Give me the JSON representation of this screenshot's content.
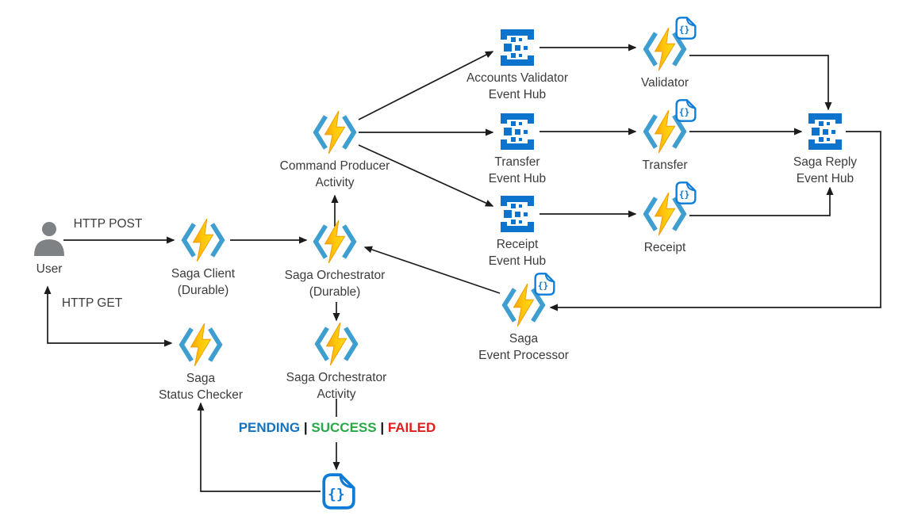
{
  "diagram": {
    "kind": "azure-saga-orchestration-architecture"
  },
  "colors": {
    "function_bracket_blue": "#3E9ECF",
    "bolt_yellow": "#FFC50A",
    "bolt_orange": "#F8A30B",
    "event_hub_blue": "#0D74CE",
    "json_doc_blue": "#0D7CD8",
    "user_gray": "#7F8284",
    "arrow_black": "#1C1C1C",
    "label_gray": "#3C3C3C",
    "status_pending": "#1573BD",
    "status_success": "#28A846",
    "status_failed": "#E01E1B"
  },
  "edge_labels": {
    "http_post": "HTTP POST",
    "http_get": "HTTP GET"
  },
  "status": {
    "pending": "PENDING",
    "separator": "|",
    "success": "SUCCESS",
    "failed": "FAILED"
  },
  "nodes": {
    "user": {
      "label": "User",
      "type": "user",
      "icon": "user-icon"
    },
    "saga_client": {
      "label": "Saga Client\n(Durable)",
      "type": "function",
      "icon": "azure-function-icon"
    },
    "saga_orchestrator": {
      "label": "Saga Orchestrator\n(Durable)",
      "type": "function",
      "icon": "azure-function-icon"
    },
    "command_producer_activity": {
      "label": "Command Producer\nActivity",
      "type": "function",
      "icon": "azure-function-icon"
    },
    "saga_status_checker": {
      "label": "Saga\nStatus Checker",
      "type": "function",
      "icon": "azure-function-icon"
    },
    "saga_orchestrator_activity": {
      "label": "Saga Orchestrator\nActivity",
      "type": "function",
      "icon": "azure-function-icon"
    },
    "accounts_validator_event_hub": {
      "label": "Accounts Validator\nEvent Hub",
      "type": "event-hub",
      "icon": "event-hub-icon"
    },
    "transfer_event_hub": {
      "label": "Transfer\nEvent Hub",
      "type": "event-hub",
      "icon": "event-hub-icon"
    },
    "receipt_event_hub": {
      "label": "Receipt\nEvent Hub",
      "type": "event-hub",
      "icon": "event-hub-icon"
    },
    "validator": {
      "label": "Validator",
      "type": "function-with-json-badge",
      "icon": "azure-function-icon"
    },
    "transfer": {
      "label": "Transfer",
      "type": "function-with-json-badge",
      "icon": "azure-function-icon"
    },
    "receipt": {
      "label": "Receipt",
      "type": "function-with-json-badge",
      "icon": "azure-function-icon"
    },
    "saga_reply_event_hub": {
      "label": "Saga Reply\nEvent Hub",
      "type": "event-hub",
      "icon": "event-hub-icon"
    },
    "saga_event_processor": {
      "label": "Saga\nEvent Processor",
      "type": "function-with-json-badge",
      "icon": "azure-function-icon"
    },
    "json_document": {
      "label": "",
      "type": "json-document",
      "icon": "json-document-icon"
    }
  },
  "edges": [
    {
      "from": "user",
      "to": "saga_client",
      "label": "HTTP POST"
    },
    {
      "from": "saga_client",
      "to": "saga_orchestrator"
    },
    {
      "from": "saga_orchestrator",
      "to": "command_producer_activity"
    },
    {
      "from": "command_producer_activity",
      "to": "accounts_validator_event_hub"
    },
    {
      "from": "command_producer_activity",
      "to": "transfer_event_hub"
    },
    {
      "from": "command_producer_activity",
      "to": "receipt_event_hub"
    },
    {
      "from": "accounts_validator_event_hub",
      "to": "validator"
    },
    {
      "from": "transfer_event_hub",
      "to": "transfer"
    },
    {
      "from": "receipt_event_hub",
      "to": "receipt"
    },
    {
      "from": "validator",
      "to": "saga_reply_event_hub"
    },
    {
      "from": "transfer",
      "to": "saga_reply_event_hub"
    },
    {
      "from": "receipt",
      "to": "saga_reply_event_hub"
    },
    {
      "from": "saga_reply_event_hub",
      "to": "saga_event_processor"
    },
    {
      "from": "saga_event_processor",
      "to": "saga_orchestrator"
    },
    {
      "from": "saga_orchestrator",
      "to": "saga_orchestrator_activity"
    },
    {
      "from": "saga_orchestrator_activity",
      "to": "json_document",
      "label": "PENDING | SUCCESS | FAILED"
    },
    {
      "from": "json_document",
      "to": "saga_status_checker"
    },
    {
      "from": "user",
      "to": "saga_status_checker",
      "label": "HTTP GET",
      "bidirectional": true
    }
  ]
}
